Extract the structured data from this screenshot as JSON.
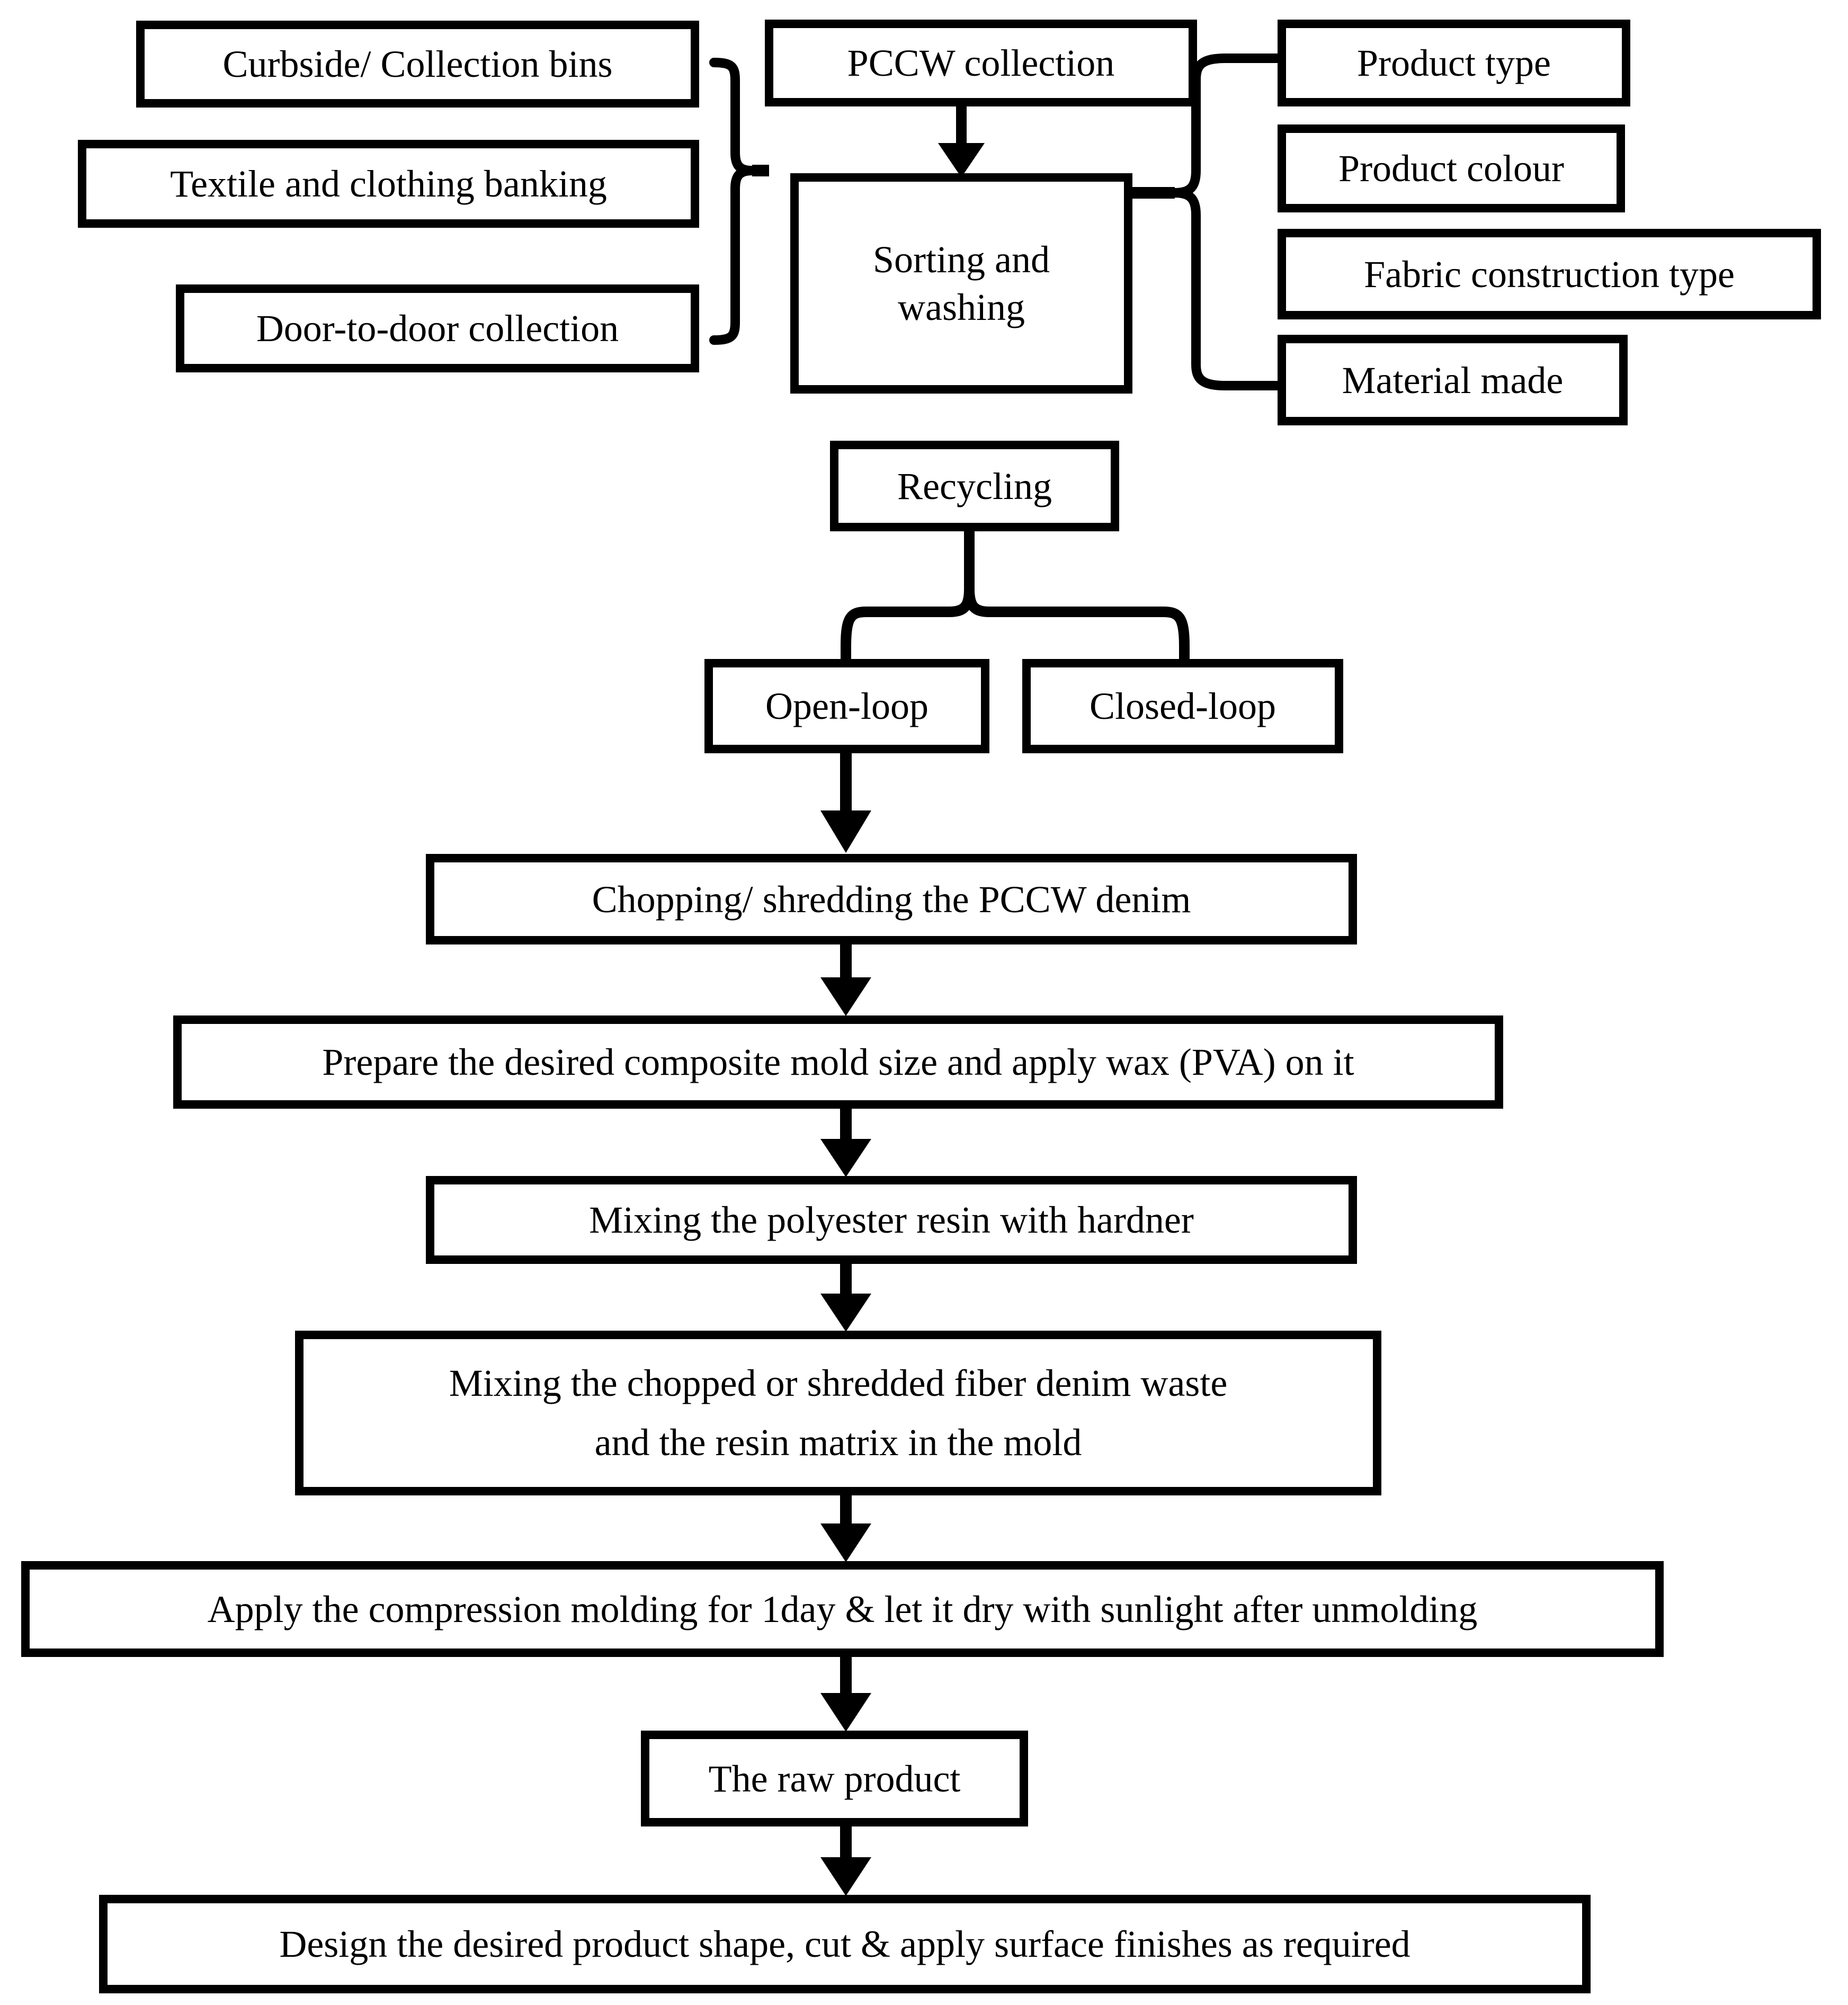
{
  "diagram": {
    "title": "PCCW denim waste recycling and composite manufacturing process flowchart",
    "colors": {
      "stroke": "#000000",
      "fill": "#ffffff",
      "text": "#000000"
    },
    "nodes": {
      "curbside_collection_bins": "Curbside/ Collection bins",
      "textile_clothing_banking": "Textile and clothing banking",
      "door_to_door_collection": "Door-to-door collection",
      "pccw_collection": "PCCW collection",
      "sorting_and_washing": "Sorting and\nwashing",
      "product_type": "Product type",
      "product_colour": "Product colour",
      "fabric_construction_type": "Fabric construction type",
      "material_made": "Material made",
      "recycling": "Recycling",
      "open_loop": "Open-loop",
      "closed_loop": "Closed-loop",
      "chopping_shredding": "Chopping/ shredding the PCCW denim",
      "prepare_mold": "Prepare the desired composite mold size and apply wax (PVA) on it",
      "mixing_resin_hardner": "Mixing the polyester resin with hardner",
      "mixing_fiber_resin": "Mixing the chopped or  shredded fiber denim waste\nand the resin matrix in the mold",
      "compression_molding": "Apply the compression molding for 1day & let it dry with sunlight after unmolding",
      "raw_product": "The raw product",
      "design_product": "Design the desired product shape, cut & apply surface finishes as required"
    }
  }
}
